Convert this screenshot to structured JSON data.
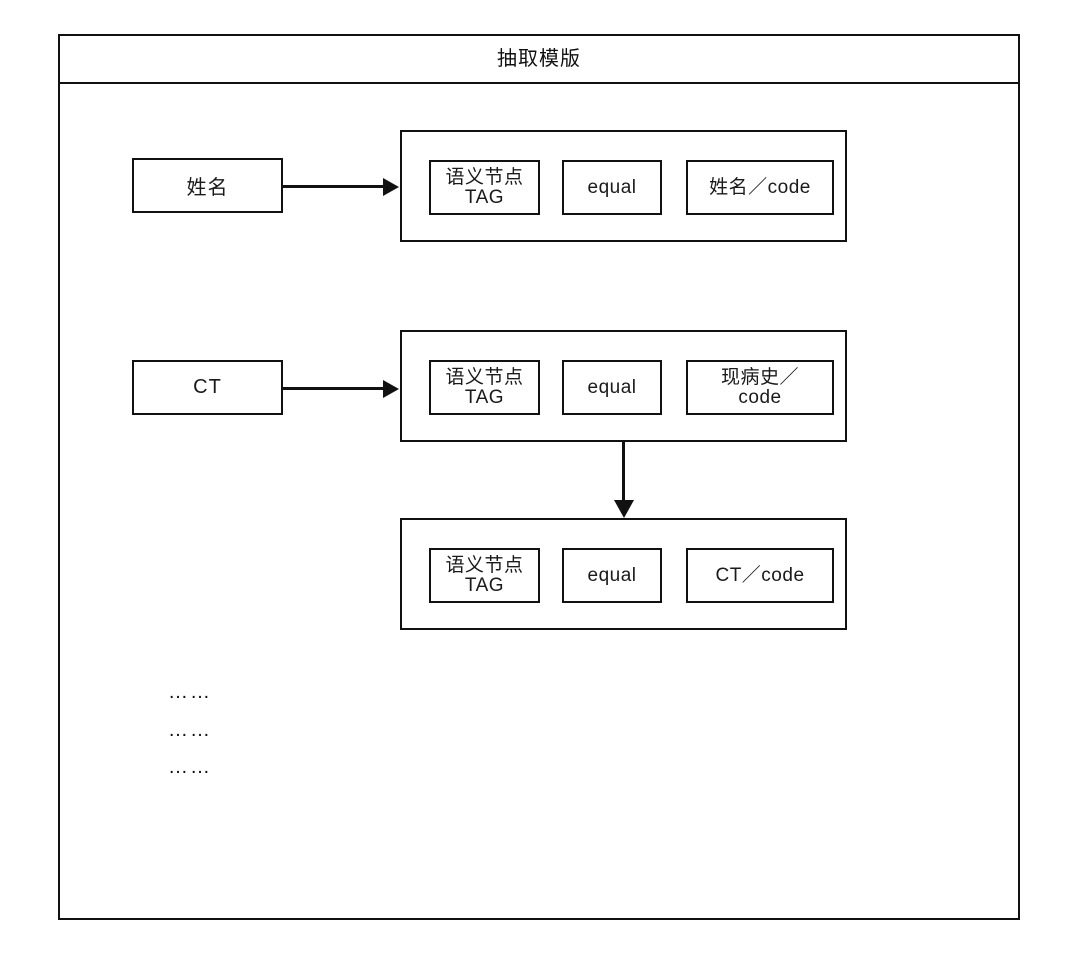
{
  "diagram": {
    "title": "抽取模版",
    "sources": [
      {
        "label": "姓名"
      },
      {
        "label": "CT"
      }
    ],
    "rules": [
      {
        "tag": "语义节点\nTAG",
        "operator": "equal",
        "target": "姓名／code"
      },
      {
        "tag": "语义节点\nTAG",
        "operator": "equal",
        "target": "现病史／\ncode"
      },
      {
        "tag": "语义节点\nTAG",
        "operator": "equal",
        "target": "CT／code"
      }
    ],
    "ellipsis_rows": [
      "……",
      "……",
      "……"
    ],
    "colors": {
      "stroke": "#111111",
      "background": "#ffffff",
      "text": "#1a1a1a"
    }
  }
}
